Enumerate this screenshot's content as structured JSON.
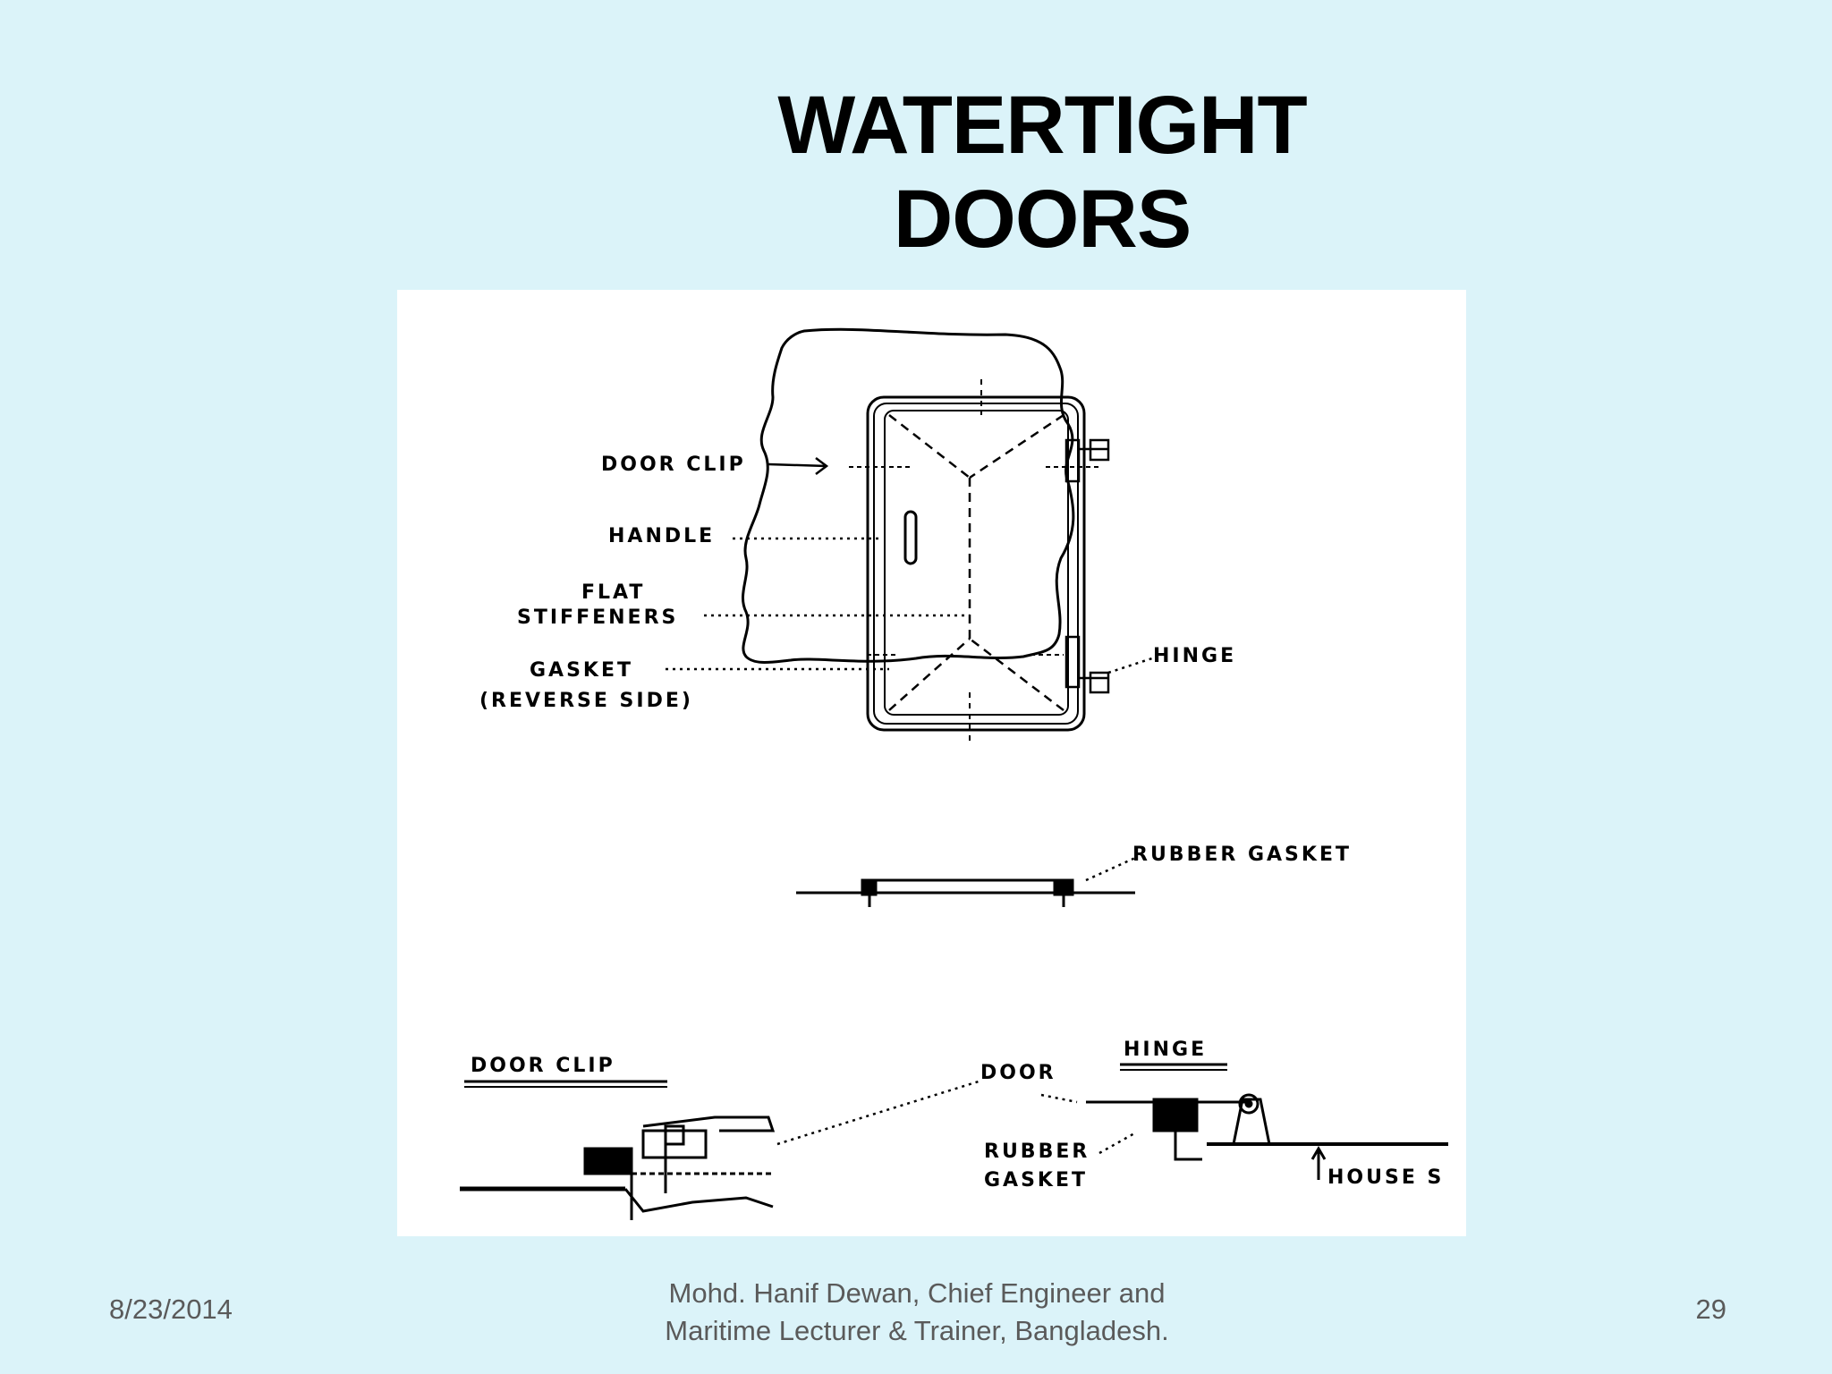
{
  "slide": {
    "title": "WATERTIGHT DOORS",
    "footer": {
      "date": "8/23/2014",
      "author_line1": "Mohd. Hanif Dewan, Chief Engineer and",
      "author_line2": "Maritime Lecturer & Trainer, Bangladesh.",
      "page_number": "29"
    }
  },
  "diagram": {
    "labels": {
      "door_clip": "DOOR CLIP",
      "handle": "HANDLE",
      "flat": "FLAT",
      "stiffeners": "STIFFENERS",
      "gasket": "GASKET",
      "reverse_side": "(REVERSE SIDE)",
      "hinge": "HINGE",
      "rubber_gasket_top": "RUBBER GASKET",
      "door_clip_section": "DOOR CLIP",
      "hinge_section": "HINGE",
      "door": "DOOR",
      "rubber": "RUBBER",
      "gasket_bottom": "GASKET",
      "house_side": "HOUSE S"
    }
  }
}
